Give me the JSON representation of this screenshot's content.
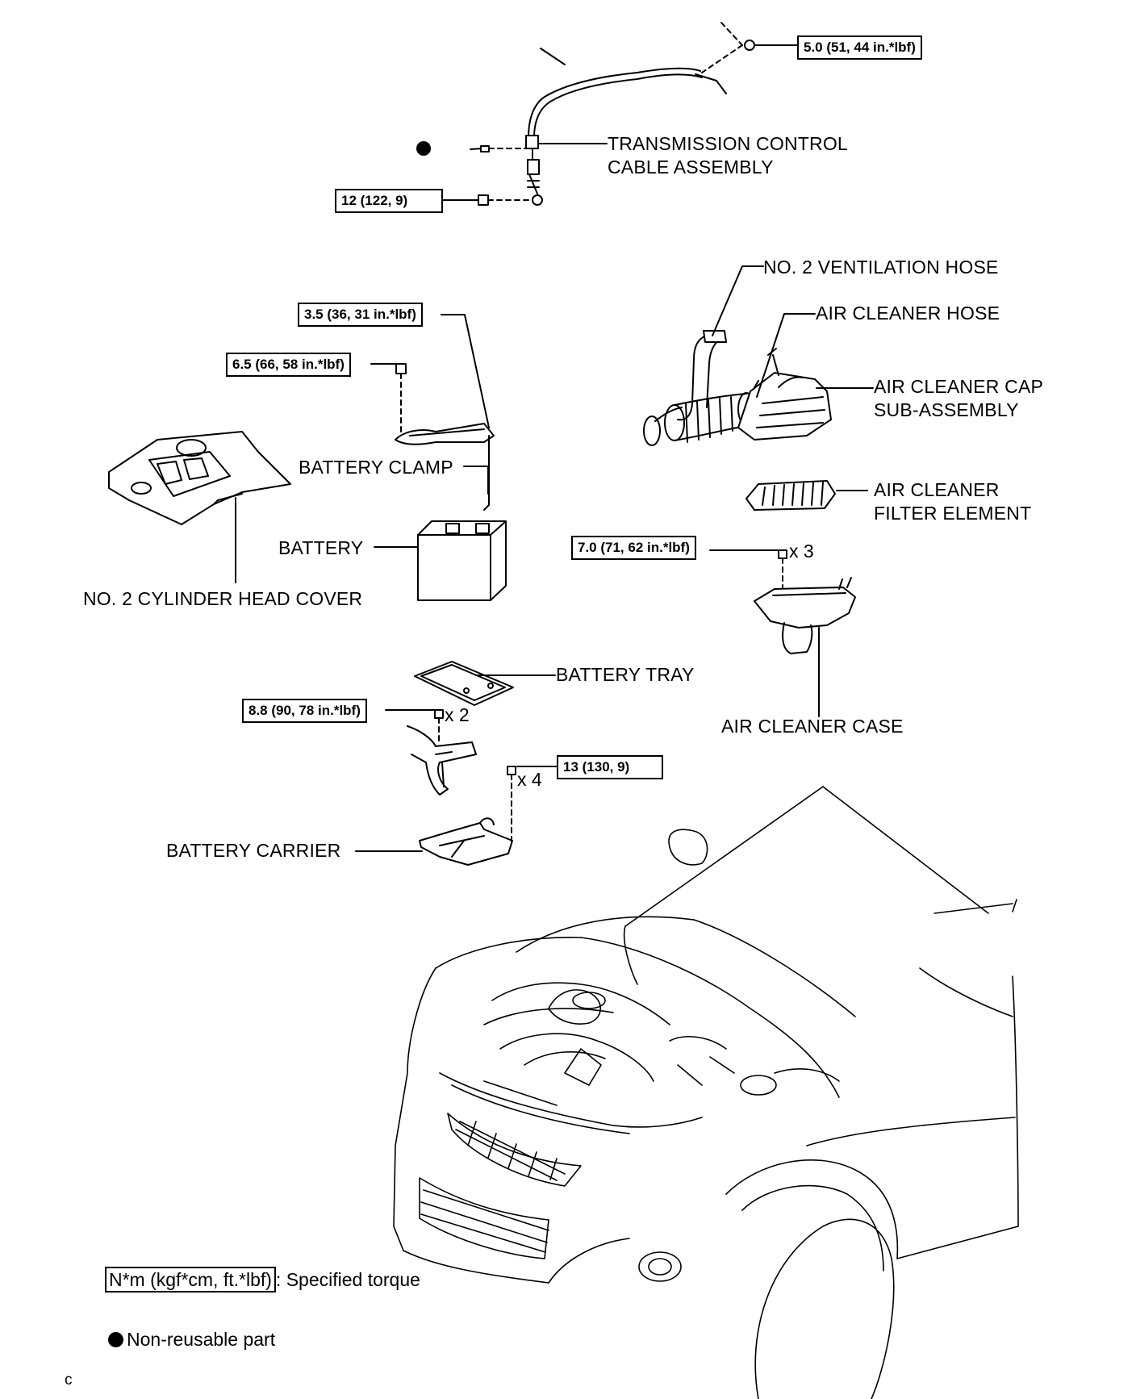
{
  "parts": {
    "transmission_cable": "TRANSMISSION CONTROL\nCABLE ASSEMBLY",
    "ventilation_hose": "NO. 2 VENTILATION HOSE",
    "air_cleaner_hose": "AIR CLEANER HOSE",
    "air_cleaner_cap": "AIR CLEANER CAP\nSUB-ASSEMBLY",
    "air_cleaner_filter": "AIR CLEANER\nFILTER ELEMENT",
    "air_cleaner_case": "AIR CLEANER CASE",
    "battery_clamp": "BATTERY CLAMP",
    "battery": "BATTERY",
    "cylinder_head_cover": "NO. 2 CYLINDER HEAD COVER",
    "battery_tray": "BATTERY TRAY",
    "battery_carrier": "BATTERY CARRIER"
  },
  "torques": {
    "cable_upper": "5.0 (51, 44 in.*lbf)",
    "cable_lower": "12 (122, 9)",
    "clamp_rod": "3.5 (36, 31 in.*lbf)",
    "clamp_bolt": "6.5 (66, 58 in.*lbf)",
    "air_case": "7.0 (71, 62 in.*lbf)",
    "tray_bolt": "8.8 (90, 78 in.*lbf)",
    "carrier_bolt": "13 (130, 9)"
  },
  "quantities": {
    "air_case": "x 3",
    "tray_bolt": "x 2",
    "carrier_bolt": "x 4"
  },
  "legend": {
    "torque_unit": "N*m (kgf*cm, ft.*lbf)",
    "torque_desc": ": Specified torque",
    "nonreusable": "Non-reusable part"
  },
  "corner_mark": "c"
}
